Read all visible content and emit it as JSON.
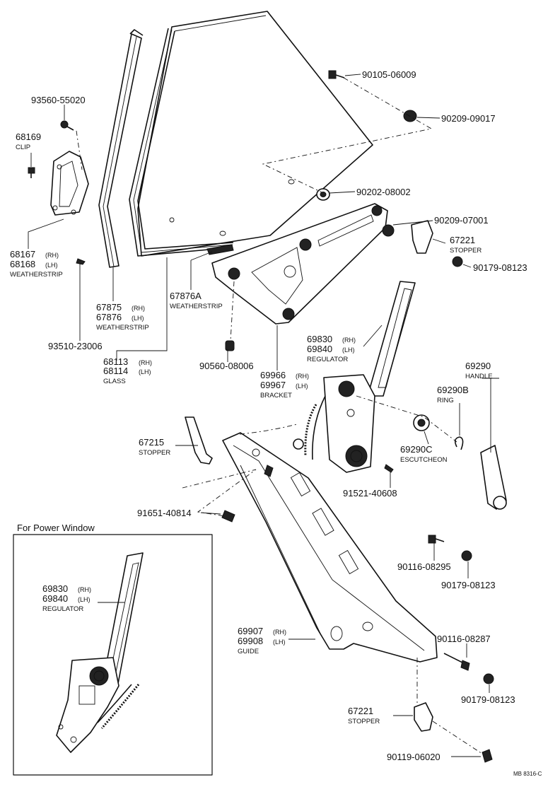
{
  "labels": {
    "p_90105": {
      "code": "90105-06009"
    },
    "p_90209_09017": {
      "code": "90209-09017"
    },
    "p_93560": {
      "code": "93560-55020"
    },
    "p_68169": {
      "code": "68169",
      "desc": "CLIP"
    },
    "p_90202": {
      "code": "90202-08002"
    },
    "p_90209_07001": {
      "code": "90209-07001"
    },
    "p_67221_top": {
      "code": "67221",
      "desc": "STOPPER"
    },
    "p_90179_top": {
      "code": "90179-08123"
    },
    "p_68167": {
      "code_rh": "68167",
      "code_lh": "68168",
      "rh": "(RH)",
      "lh": "(LH)",
      "desc": "WEATHERSTRIP"
    },
    "p_67876a": {
      "code": "67876A",
      "desc": "WEATHERSTRIP"
    },
    "p_67875": {
      "code_rh": "67875",
      "code_lh": "67876",
      "rh": "(RH)",
      "lh": "(LH)",
      "desc": "WEATHERSTRIP"
    },
    "p_93510": {
      "code": "93510-23006"
    },
    "p_68113": {
      "code_rh": "68113",
      "code_lh": "68114",
      "rh": "(RH)",
      "lh": "(LH)",
      "desc": "GLASS"
    },
    "p_90560": {
      "code": "90560-08006"
    },
    "p_69966": {
      "code_rh": "69966",
      "code_lh": "69967",
      "rh": "(RH)",
      "lh": "(LH)",
      "desc": "BRACKET"
    },
    "p_69830_top": {
      "code_rh": "69830",
      "code_lh": "69840",
      "rh": "(RH)",
      "lh": "(LH)",
      "desc": "REGULATOR"
    },
    "p_69290": {
      "code": "69290",
      "desc": "HANDLE"
    },
    "p_69290b": {
      "code": "69290B",
      "desc": "RING"
    },
    "p_69290c": {
      "code": "69290C",
      "desc": "ESCUTCHEON"
    },
    "p_67215": {
      "code": "67215",
      "desc": "STOPPER"
    },
    "p_91521": {
      "code": "91521-40608"
    },
    "p_91651": {
      "code": "91651-40814"
    },
    "p_90116_08295": {
      "code": "90116-08295"
    },
    "p_90179_mid": {
      "code": "90179-08123"
    },
    "p_69907": {
      "code_rh": "69907",
      "code_lh": "69908",
      "rh": "(RH)",
      "lh": "(LH)",
      "desc": "GUIDE"
    },
    "p_90116_08287": {
      "code": "90116-08287"
    },
    "p_90179_low": {
      "code": "90179-08123"
    },
    "p_67221_low": {
      "code": "67221",
      "desc": "STOPPER"
    },
    "p_90119": {
      "code": "90119-06020"
    },
    "p_69830_pw": {
      "code_rh": "69830",
      "code_lh": "69840",
      "rh": "(RH)",
      "lh": "(LH)",
      "desc": "REGULATOR"
    }
  },
  "inset": {
    "title": "For Power Window"
  },
  "footer": {
    "code": "MB  8316-C"
  }
}
